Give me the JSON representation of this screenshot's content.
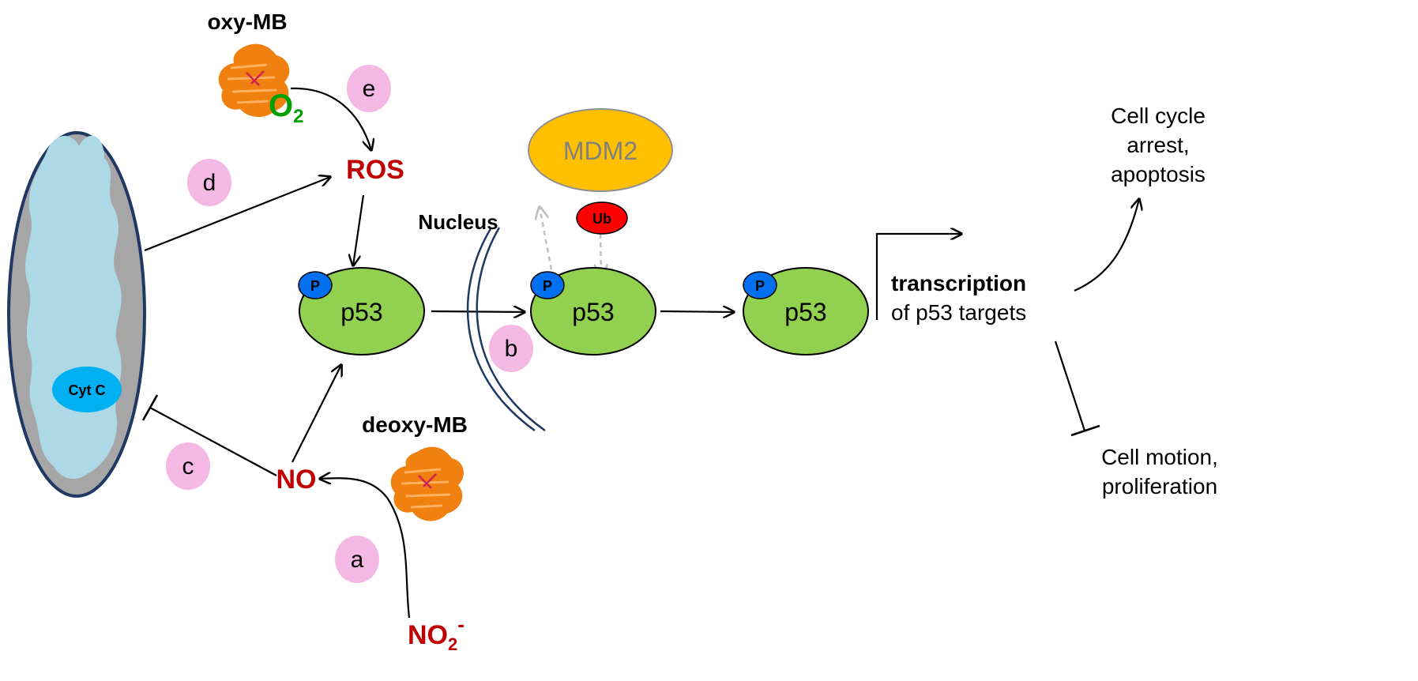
{
  "labels": {
    "oxy_mb": "oxy-MB",
    "o2": "O",
    "o2_sub": "2",
    "deoxy_mb": "deoxy-MB",
    "ros": "ROS",
    "no": "NO",
    "no2": "NO",
    "no2_sub": "2",
    "no2_sup": "-",
    "nucleus": "Nucleus",
    "mdm2": "MDM2",
    "ub": "Ub",
    "cyt_c": "Cyt C",
    "p53": "p53",
    "phospho": "P",
    "transcription": "transcription",
    "p53_targets": "of p53 targets",
    "outcome_up_1": "Cell cycle",
    "outcome_up_2": "arrest,",
    "outcome_up_3": "apoptosis",
    "outcome_down_1": "Cell motion,",
    "outcome_down_2": "proliferation"
  },
  "steps": {
    "a": "a",
    "b": "b",
    "c": "c",
    "d": "d",
    "e": "e"
  },
  "colors": {
    "red_text": "#c00000",
    "p53_fill": "#92d050",
    "phospho_fill": "#0070f0",
    "mdm2_fill": "#ffc000",
    "mdm2_text": "#808080",
    "ub_fill": "#ff0000",
    "mito_outer": "#a6a6a6",
    "mito_inner": "#add8e6",
    "mito_border": "#1f3864",
    "cytc_fill": "#00b0f0",
    "step_badge": "#f4b8e4",
    "o2_green": "#00a000",
    "protein_orange": "#f08010",
    "nucleus_line": "#1f3864",
    "dashed_grey": "#c0c0c0"
  }
}
